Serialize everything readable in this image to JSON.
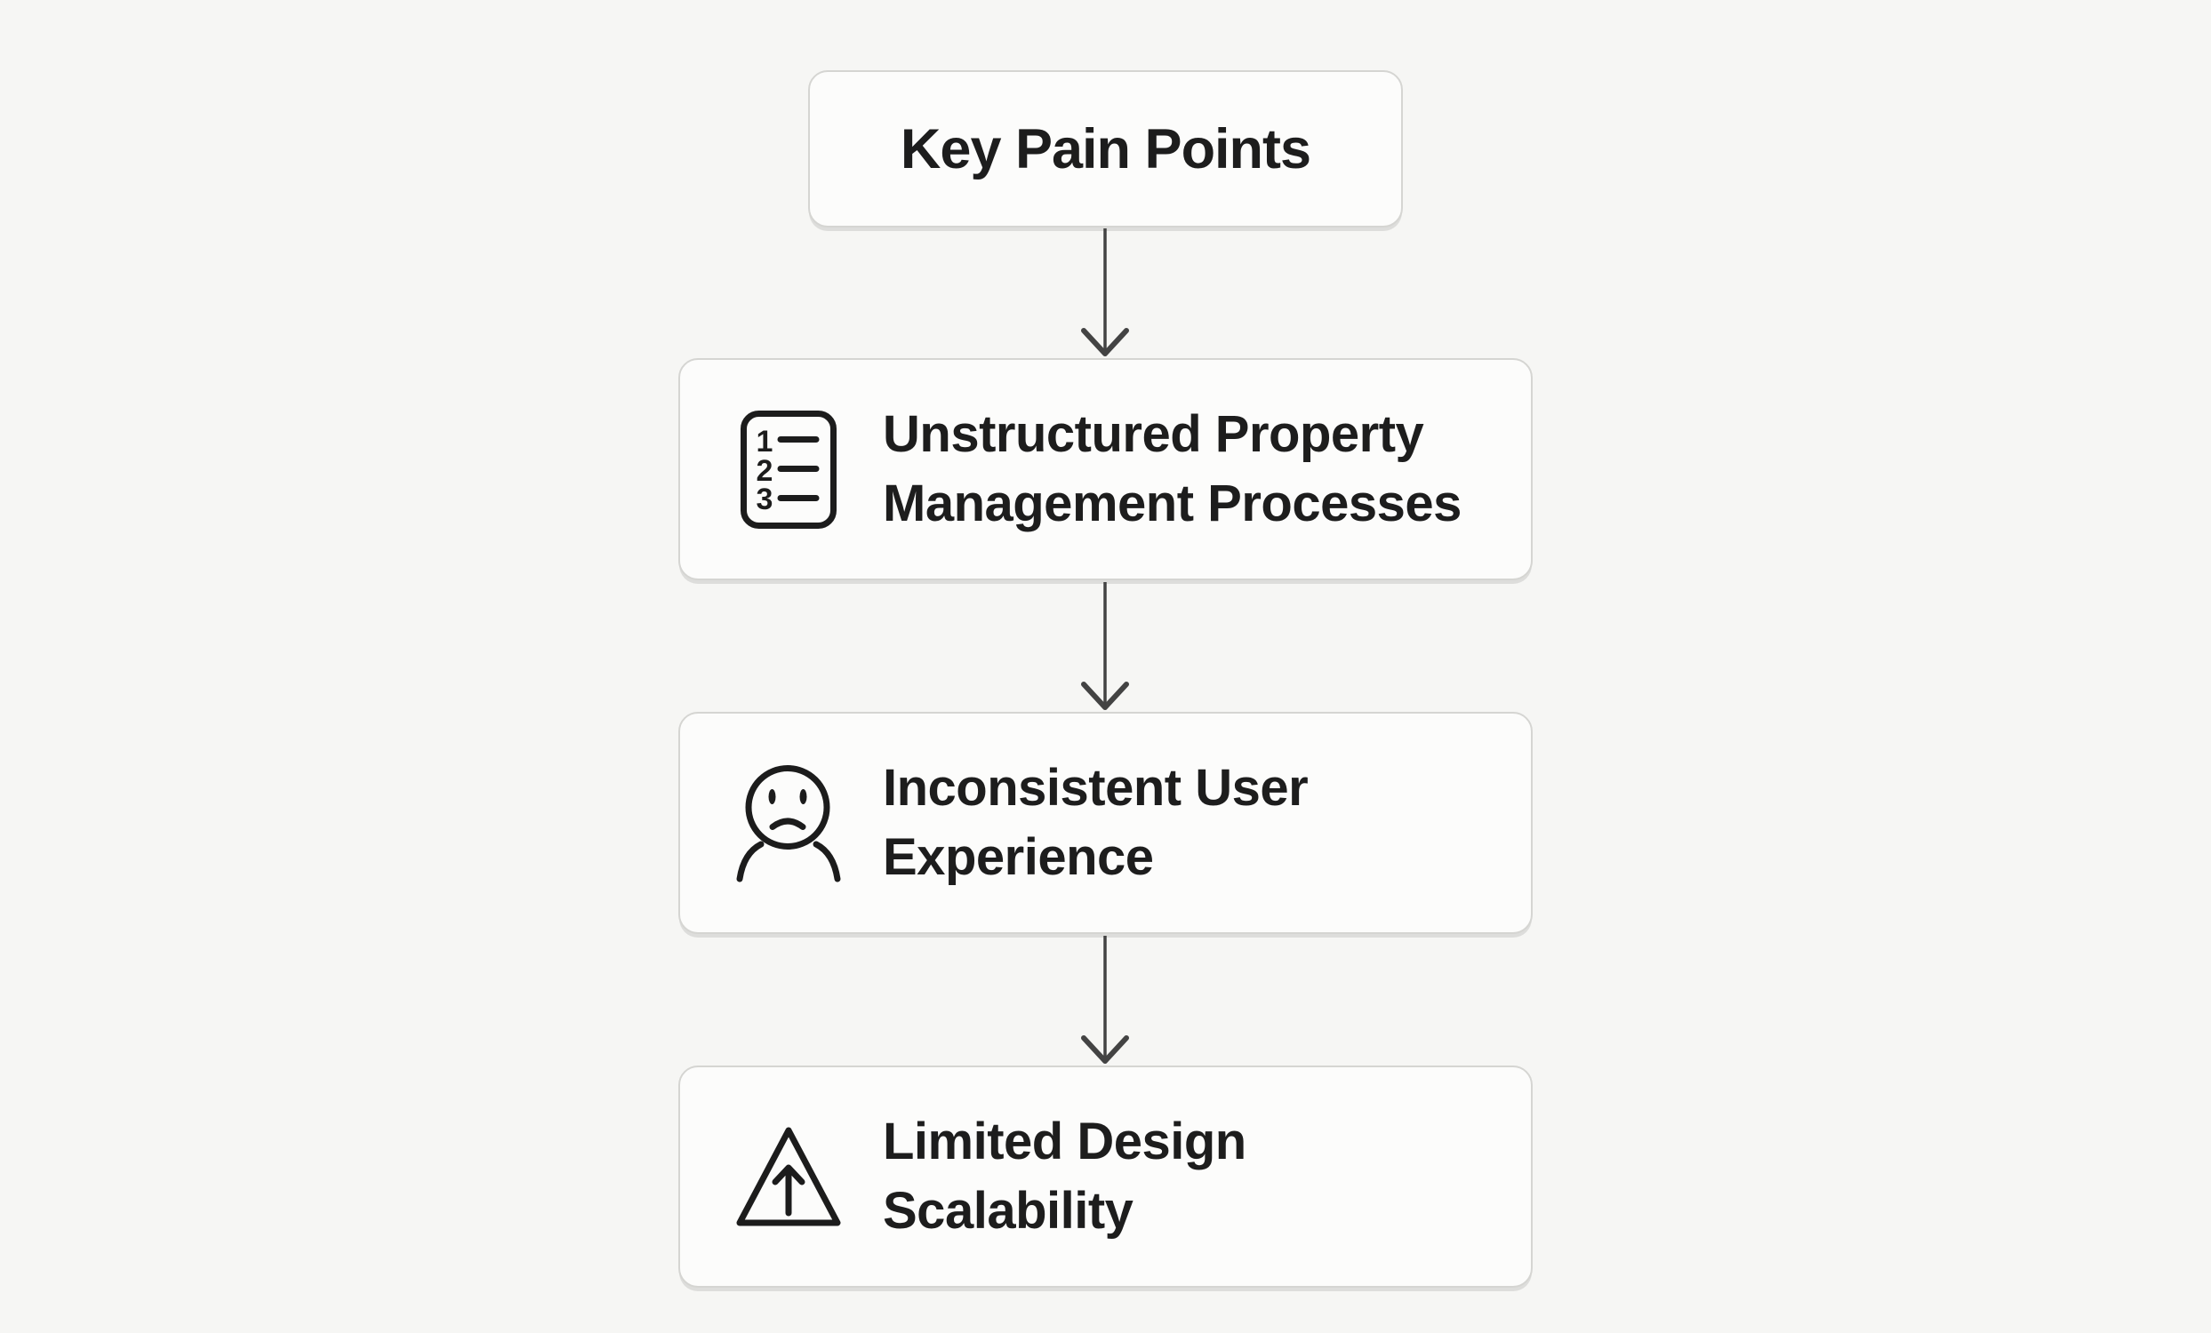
{
  "colors": {
    "background": "#f6f6f4",
    "node_fill": "#fcfcfb",
    "node_border": "#d5d5d2",
    "text": "#1d1d1d",
    "arrow": "#434343",
    "icon_stroke": "#1c1c1c"
  },
  "diagram": {
    "title": {
      "label": "Key Pain Points"
    },
    "nodes": [
      {
        "icon": "numbered-list-icon",
        "line1": "Unstructured Property",
        "line2": "Management Processes",
        "list_digits": [
          "1",
          "2",
          "3"
        ]
      },
      {
        "icon": "frowning-person-icon",
        "line1": "Inconsistent User",
        "line2": "Experience"
      },
      {
        "icon": "warning-triangle-up-arrow-icon",
        "line1": "Limited Design",
        "line2": "Scalability"
      }
    ]
  }
}
